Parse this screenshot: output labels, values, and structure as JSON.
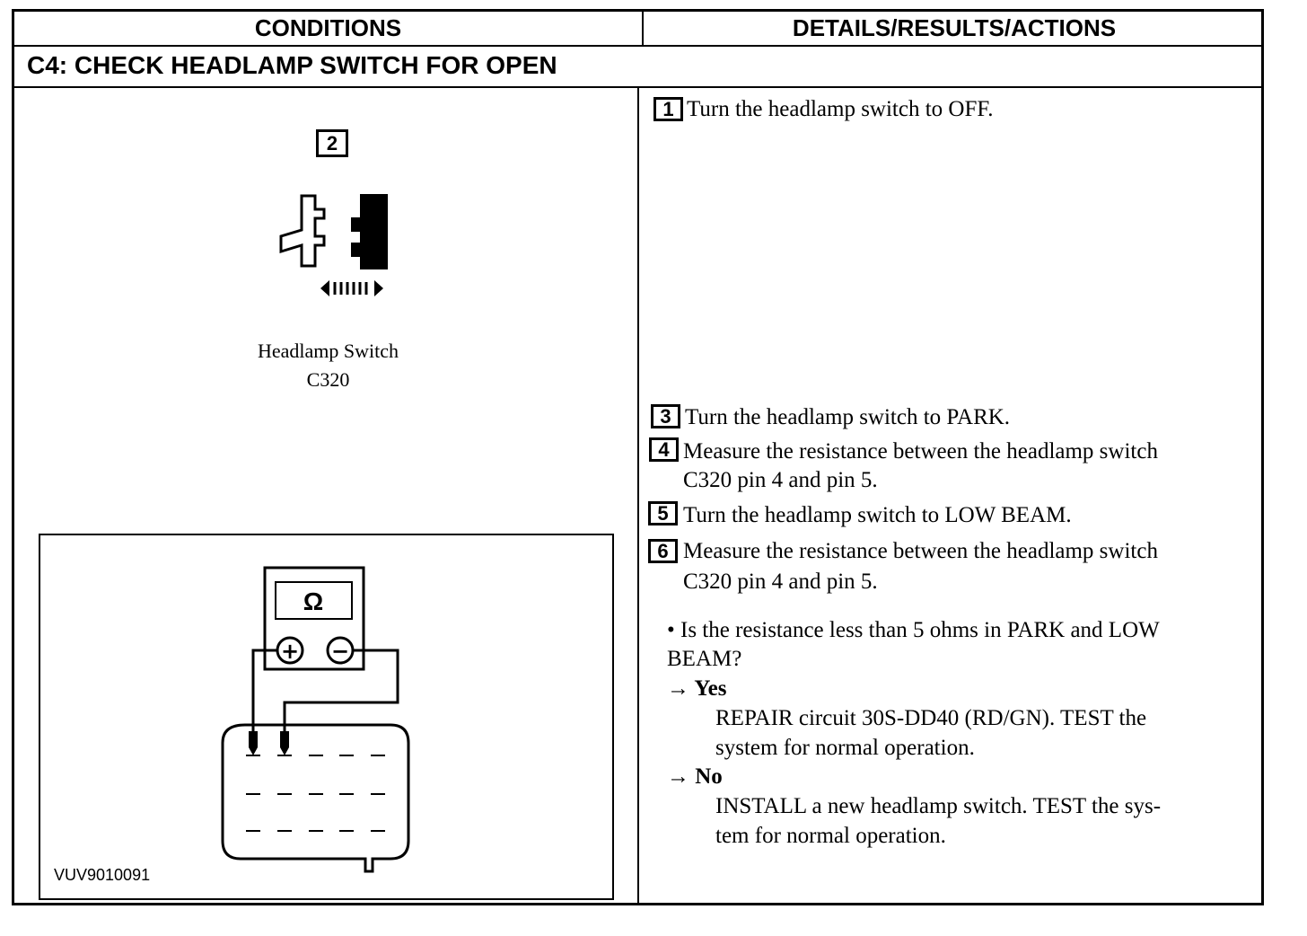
{
  "headers": {
    "conditions": "CONDITIONS",
    "details": "DETAILS/RESULTS/ACTIONS"
  },
  "section_title": "C4: CHECK HEADLAMP SWITCH FOR OPEN",
  "left": {
    "connector_step": "2",
    "caption_line1": "Headlamp Switch",
    "caption_line2": "C320",
    "ohm_symbol": "Ω",
    "plus_symbol": "+",
    "minus_symbol": "−",
    "figure_id": "VUV9010091"
  },
  "steps": {
    "s1": {
      "num": "1",
      "text": "Turn the headlamp switch to OFF."
    },
    "s3": {
      "num": "3",
      "text": "Turn the headlamp switch to PARK."
    },
    "s4": {
      "num": "4",
      "line1": "Measure the resistance between the headlamp switch",
      "line2": "C320 pin 4 and pin 5."
    },
    "s5": {
      "num": "5",
      "text": "Turn the headlamp switch to LOW BEAM."
    },
    "s6": {
      "num": "6",
      "line1": "Measure the resistance between the headlamp switch",
      "line2": "C320 pin 4 and pin 5."
    }
  },
  "question": {
    "line1": "• Is the resistance less than 5 ohms in PARK and LOW",
    "line2": "BEAM?"
  },
  "yes": {
    "label": "→ Yes",
    "line1": "REPAIR circuit 30S-DD40 (RD/GN). TEST the",
    "line2": "system for normal operation."
  },
  "no": {
    "label": "→ No",
    "line1": "INSTALL a new headlamp switch. TEST the sys-",
    "line2": "tem for normal operation."
  }
}
